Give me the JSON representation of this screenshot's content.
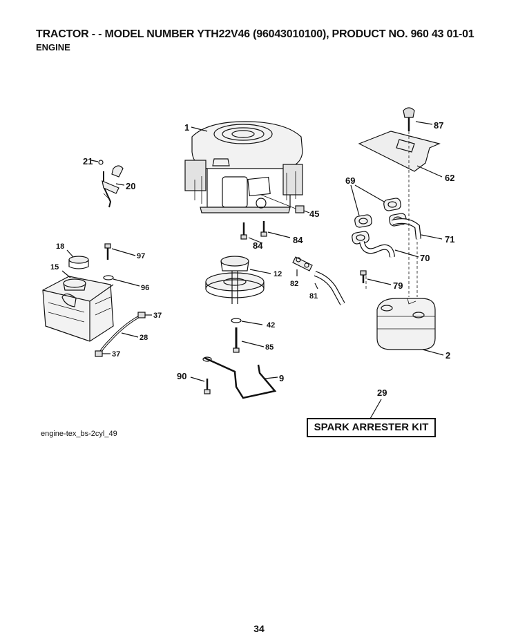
{
  "header": {
    "title": "TRACTOR - - MODEL NUMBER YTH22V46 (96043010100), PRODUCT NO. 960 43 01-01",
    "subtitle": "ENGINE"
  },
  "callouts": {
    "c1": "1",
    "c2": "2",
    "c9": "9",
    "c12": "12",
    "c15": "15",
    "c18": "18",
    "c20": "20",
    "c21": "21",
    "c28": "28",
    "c29": "29",
    "c37a": "37",
    "c37b": "37",
    "c42": "42",
    "c45": "45",
    "c62": "62",
    "c69": "69",
    "c70": "70",
    "c71": "71",
    "c79": "79",
    "c81": "81",
    "c82": "82",
    "c84a": "84",
    "c84b": "84",
    "c85": "85",
    "c87": "87",
    "c90": "90",
    "c96": "96",
    "c97": "97"
  },
  "kit_label": "SPARK ARRESTER KIT",
  "figure_ref": "engine-tex_bs-2cyl_49",
  "page_number": "34"
}
